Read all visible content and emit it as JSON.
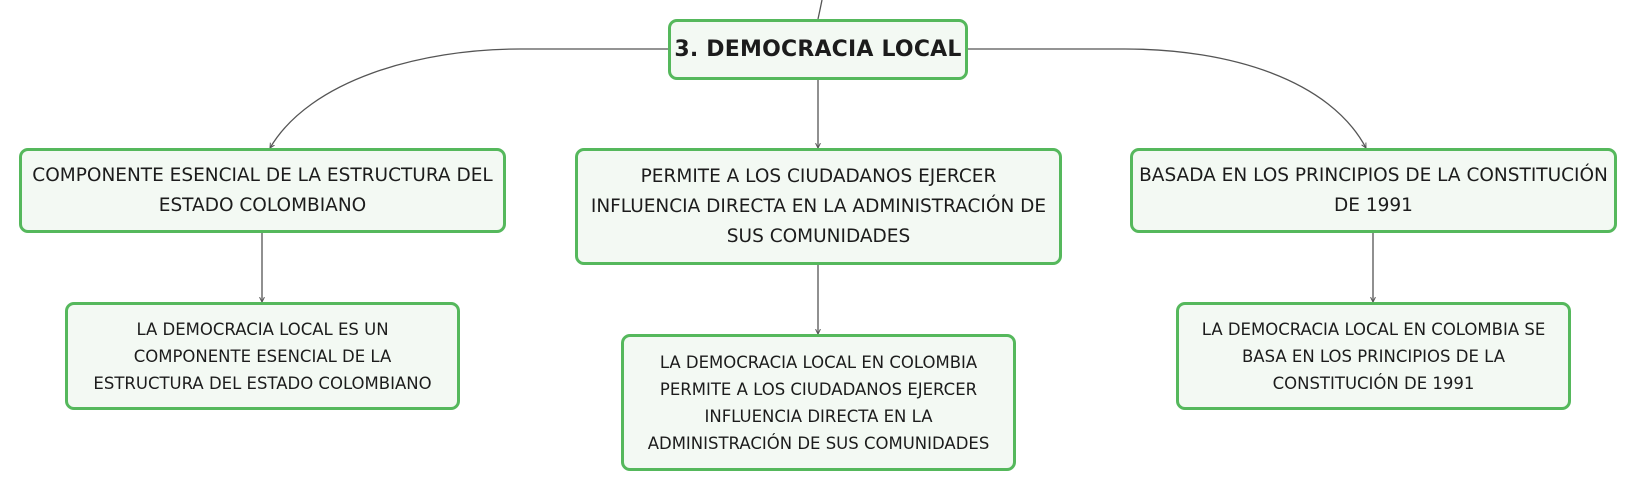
{
  "colors": {
    "node_border": "#55b85c",
    "node_fill": "#f3f9f3",
    "connector": "#555555",
    "text": "#1c1c1c"
  },
  "root": {
    "label": "3. DEMOCRACIA LOCAL"
  },
  "branches": [
    {
      "label": "COMPONENTE ESENCIAL DE LA ESTRUCTURA DEL ESTADO COLOMBIANO",
      "detail": "LA DEMOCRACIA LOCAL ES UN COMPONENTE ESENCIAL DE LA ESTRUCTURA DEL ESTADO COLOMBIANO"
    },
    {
      "label": "PERMITE A LOS CIUDADANOS EJERCER INFLUENCIA DIRECTA EN LA ADMINISTRACIÓN DE SUS COMUNIDADES",
      "detail": "LA DEMOCRACIA LOCAL EN COLOMBIA PERMITE A LOS CIUDADANOS EJERCER INFLUENCIA DIRECTA EN LA ADMINISTRACIÓN DE SUS COMUNIDADES"
    },
    {
      "label": "BASADA EN LOS PRINCIPIOS DE LA CONSTITUCIÓN DE 1991",
      "detail": "LA DEMOCRACIA LOCAL EN COLOMBIA SE BASA EN LOS PRINCIPIOS DE LA CONSTITUCIÓN DE 1991"
    }
  ]
}
